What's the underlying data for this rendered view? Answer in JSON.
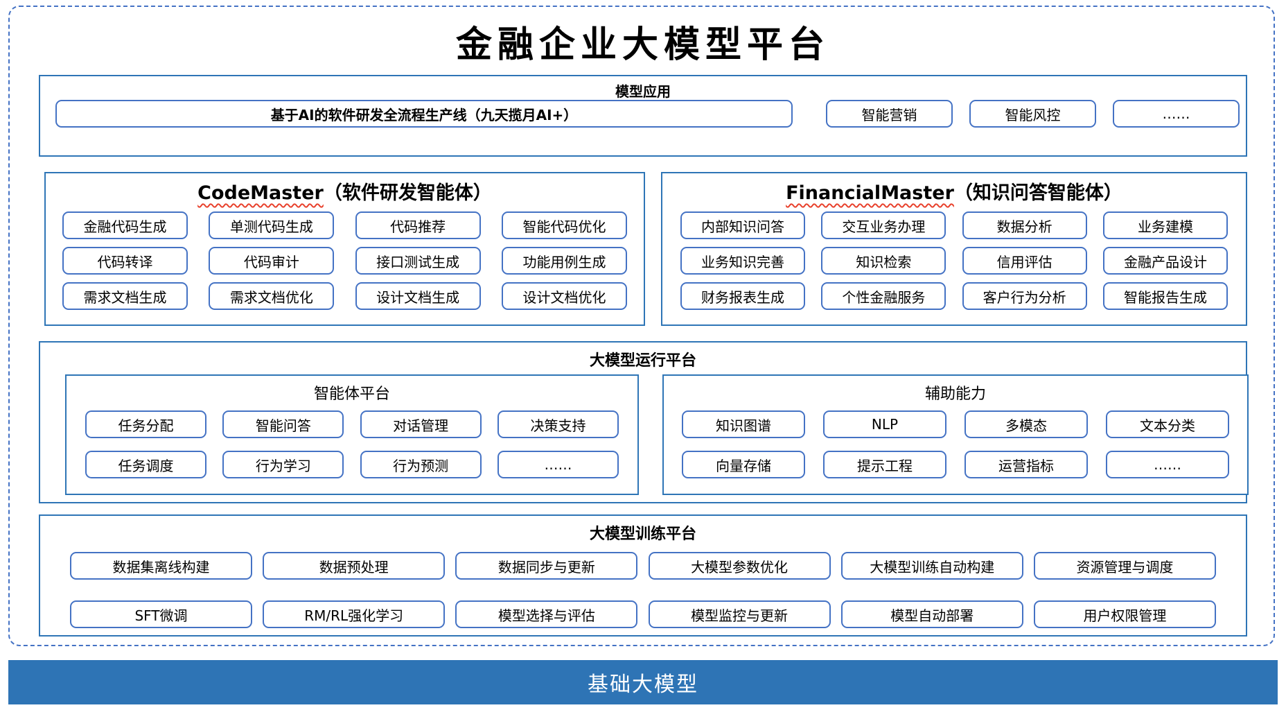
{
  "title": "金融企业大模型平台",
  "colors": {
    "section_border_blue": "#2E75B6",
    "item_border_blue": "#4472C4",
    "dashed_frame_blue": "#4472C4",
    "footer_bar_blue": "#2E74B5",
    "spellcheck_underline_red": "#E8412C",
    "text_black": "#000000",
    "footer_text_white": "#FFFFFF"
  },
  "sections": {
    "model_app": {
      "header": "模型应用",
      "pipeline": "基于AI的软件研发全流程生产线（九天揽月AI+）",
      "items": [
        "智能营销",
        "智能风控",
        "……"
      ]
    },
    "code_master": {
      "name": "CodeMaster",
      "subtitle": "（软件研发智能体）",
      "items": [
        "金融代码生成",
        "单测代码生成",
        "代码推荐",
        "智能代码优化",
        "代码转译",
        "代码审计",
        "接口测试生成",
        "功能用例生成",
        "需求文档生成",
        "需求文档优化",
        "设计文档生成",
        "设计文档优化"
      ]
    },
    "financial_master": {
      "name": "FinancialMaster",
      "subtitle": "（知识问答智能体）",
      "items": [
        "内部知识问答",
        "交互业务办理",
        "数据分析",
        "业务建模",
        "业务知识完善",
        "知识检索",
        "信用评估",
        "金融产品设计",
        "财务报表生成",
        "个性金融服务",
        "客户行为分析",
        "智能报告生成"
      ]
    },
    "runtime": {
      "header": "大模型运行平台",
      "agent_platform": {
        "header": "智能体平台",
        "items": [
          "任务分配",
          "智能问答",
          "对话管理",
          "决策支持",
          "任务调度",
          "行为学习",
          "行为预测",
          "……"
        ]
      },
      "auxiliary": {
        "header": "辅助能力",
        "items": [
          "知识图谱",
          "NLP",
          "多模态",
          "文本分类",
          "向量存储",
          "提示工程",
          "运营指标",
          "……"
        ]
      }
    },
    "training": {
      "header": "大模型训练平台",
      "items": [
        "数据集离线构建",
        "数据预处理",
        "数据同步与更新",
        "大模型参数优化",
        "大模型训练自动构建",
        "资源管理与调度",
        "SFT微调",
        "RM/RL强化学习",
        "模型选择与评估",
        "模型监控与更新",
        "模型自动部署",
        "用户权限管理"
      ]
    },
    "foundation": {
      "label": "基础大模型"
    }
  }
}
